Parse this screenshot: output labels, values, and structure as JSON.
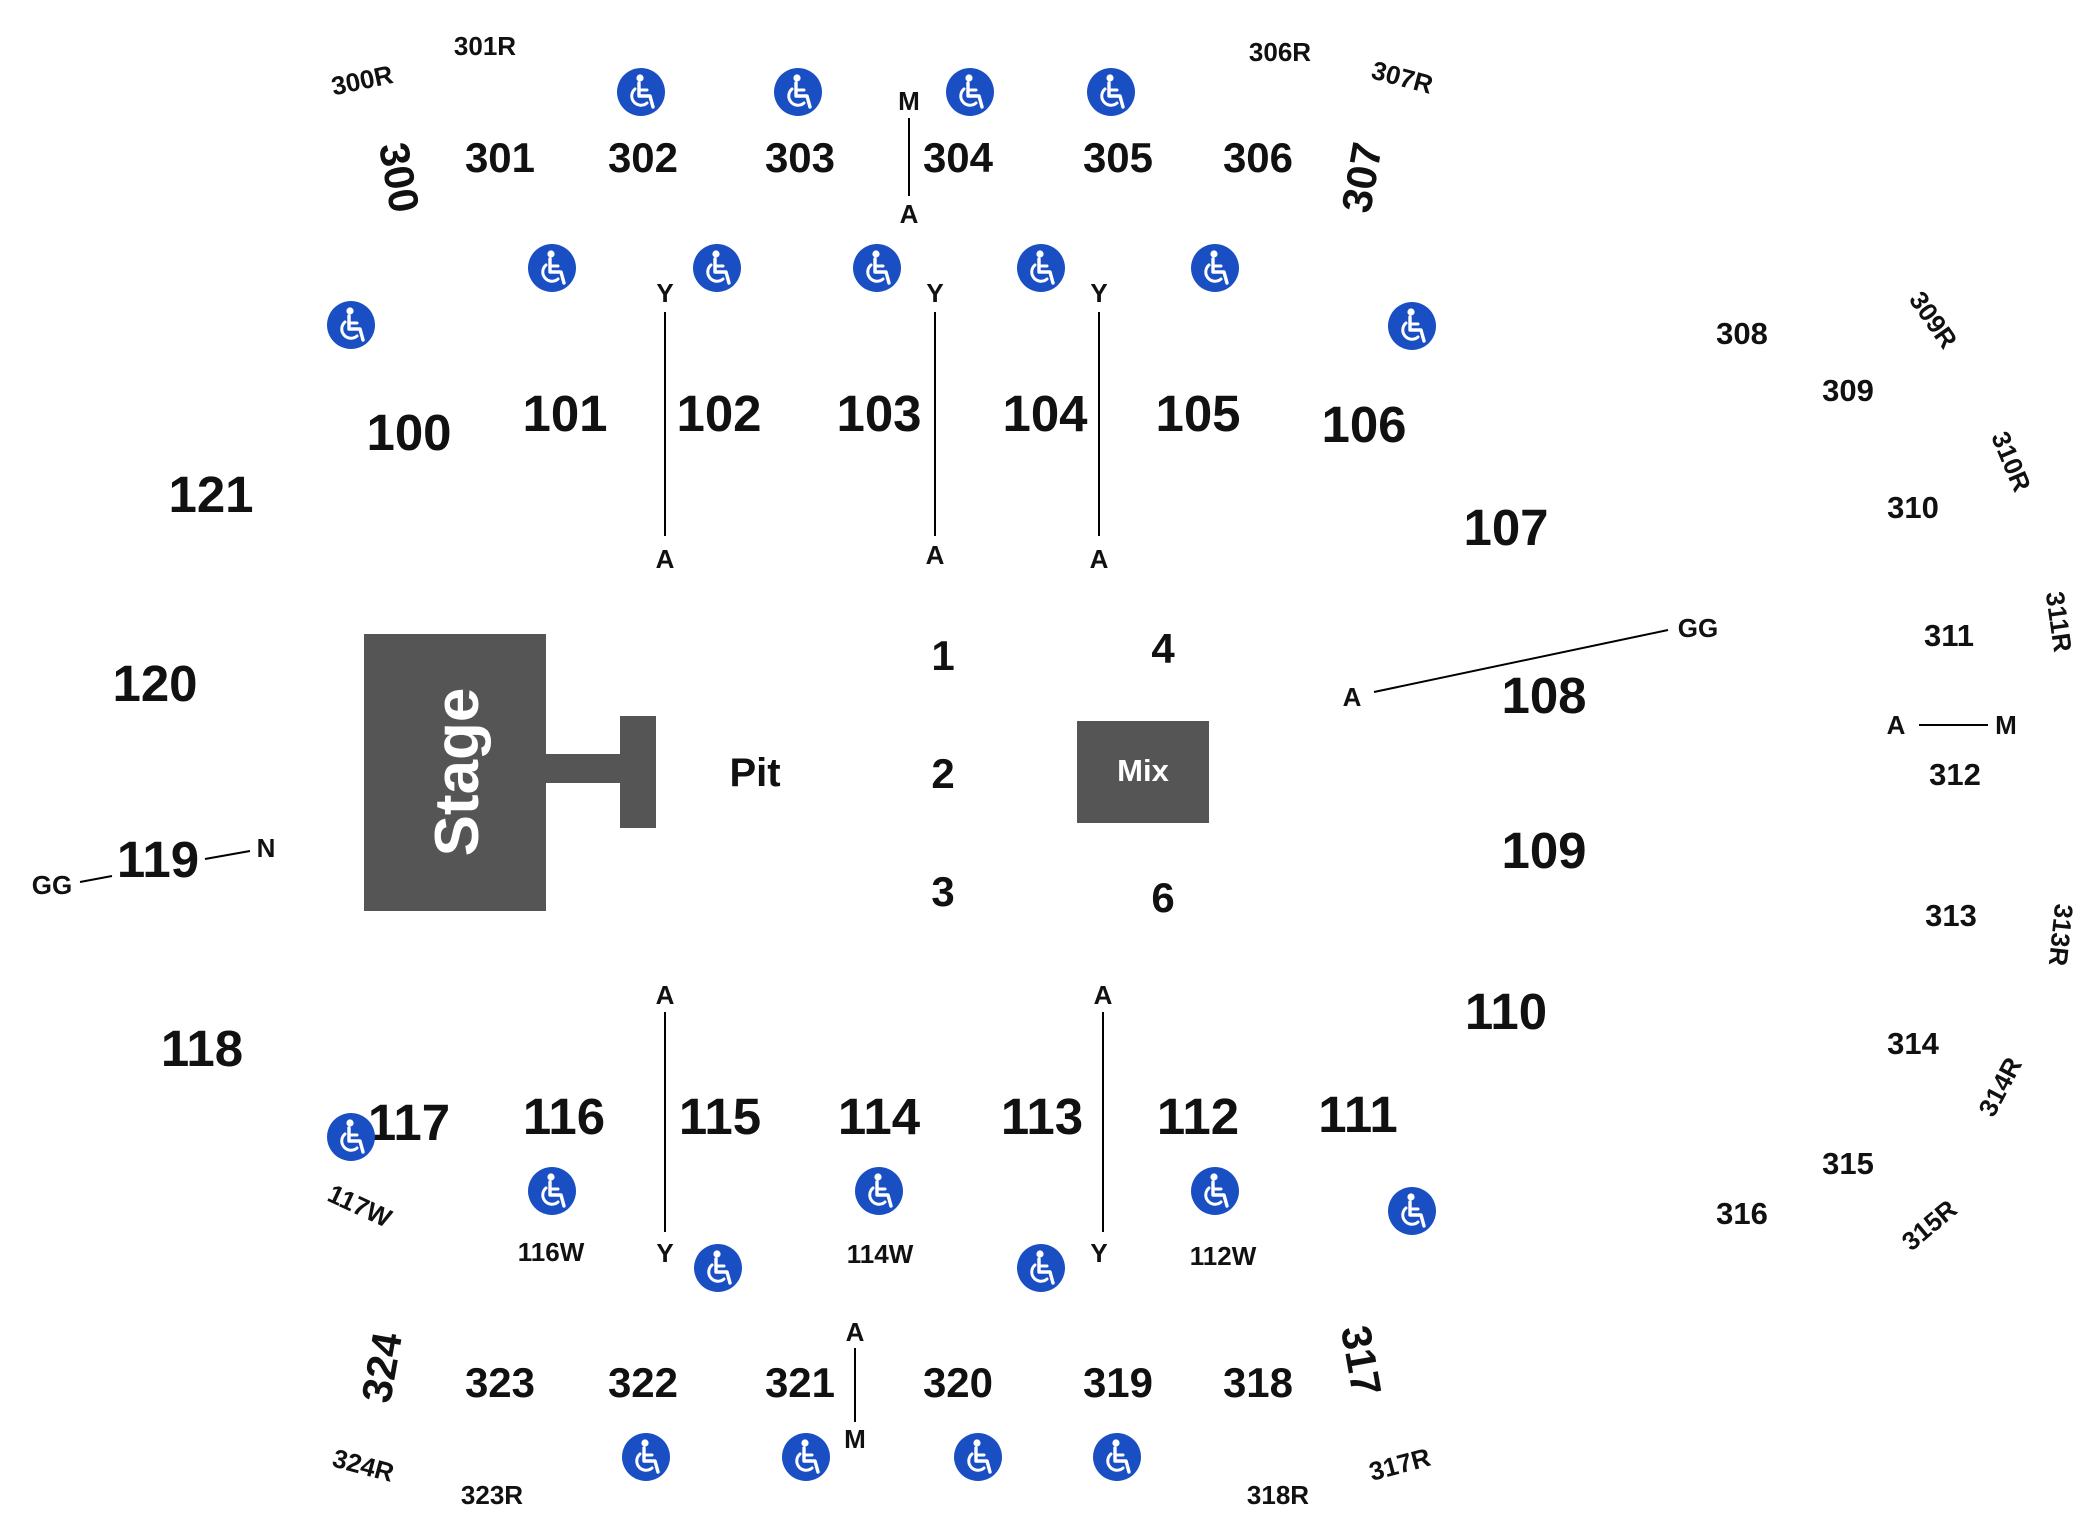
{
  "venue_elements": {
    "stage_label": "Stage",
    "pit_label": "Pit",
    "mix_label": "Mix"
  },
  "floor_sections": [
    "1",
    "2",
    "3",
    "4",
    "6"
  ],
  "lower_sections": [
    "100",
    "101",
    "102",
    "103",
    "104",
    "105",
    "106",
    "107",
    "108",
    "109",
    "110",
    "111",
    "112",
    "113",
    "114",
    "115",
    "116",
    "117",
    "118",
    "119",
    "120",
    "121"
  ],
  "upper_sections": [
    "300",
    "301",
    "302",
    "303",
    "304",
    "305",
    "306",
    "307",
    "308",
    "309",
    "310",
    "311",
    "312",
    "313",
    "314",
    "315",
    "316",
    "317",
    "318",
    "319",
    "320",
    "321",
    "322",
    "323",
    "324"
  ],
  "row_sections": [
    "300R",
    "301R",
    "306R",
    "307R",
    "309R",
    "310R",
    "311R",
    "313R",
    "314R",
    "315R",
    "317R",
    "318R",
    "323R",
    "324R"
  ],
  "wheelchair_sections": [
    "117W",
    "116W",
    "114W",
    "112W"
  ],
  "row_labels": {
    "a": "A",
    "y": "Y",
    "m": "M",
    "n": "N",
    "gg": "GG"
  },
  "icons": {
    "accessible": "wheelchair-icon"
  },
  "colors": {
    "accessible_bg": "#1a4fc4",
    "stage_fill": "#555555",
    "text": "#111111"
  }
}
